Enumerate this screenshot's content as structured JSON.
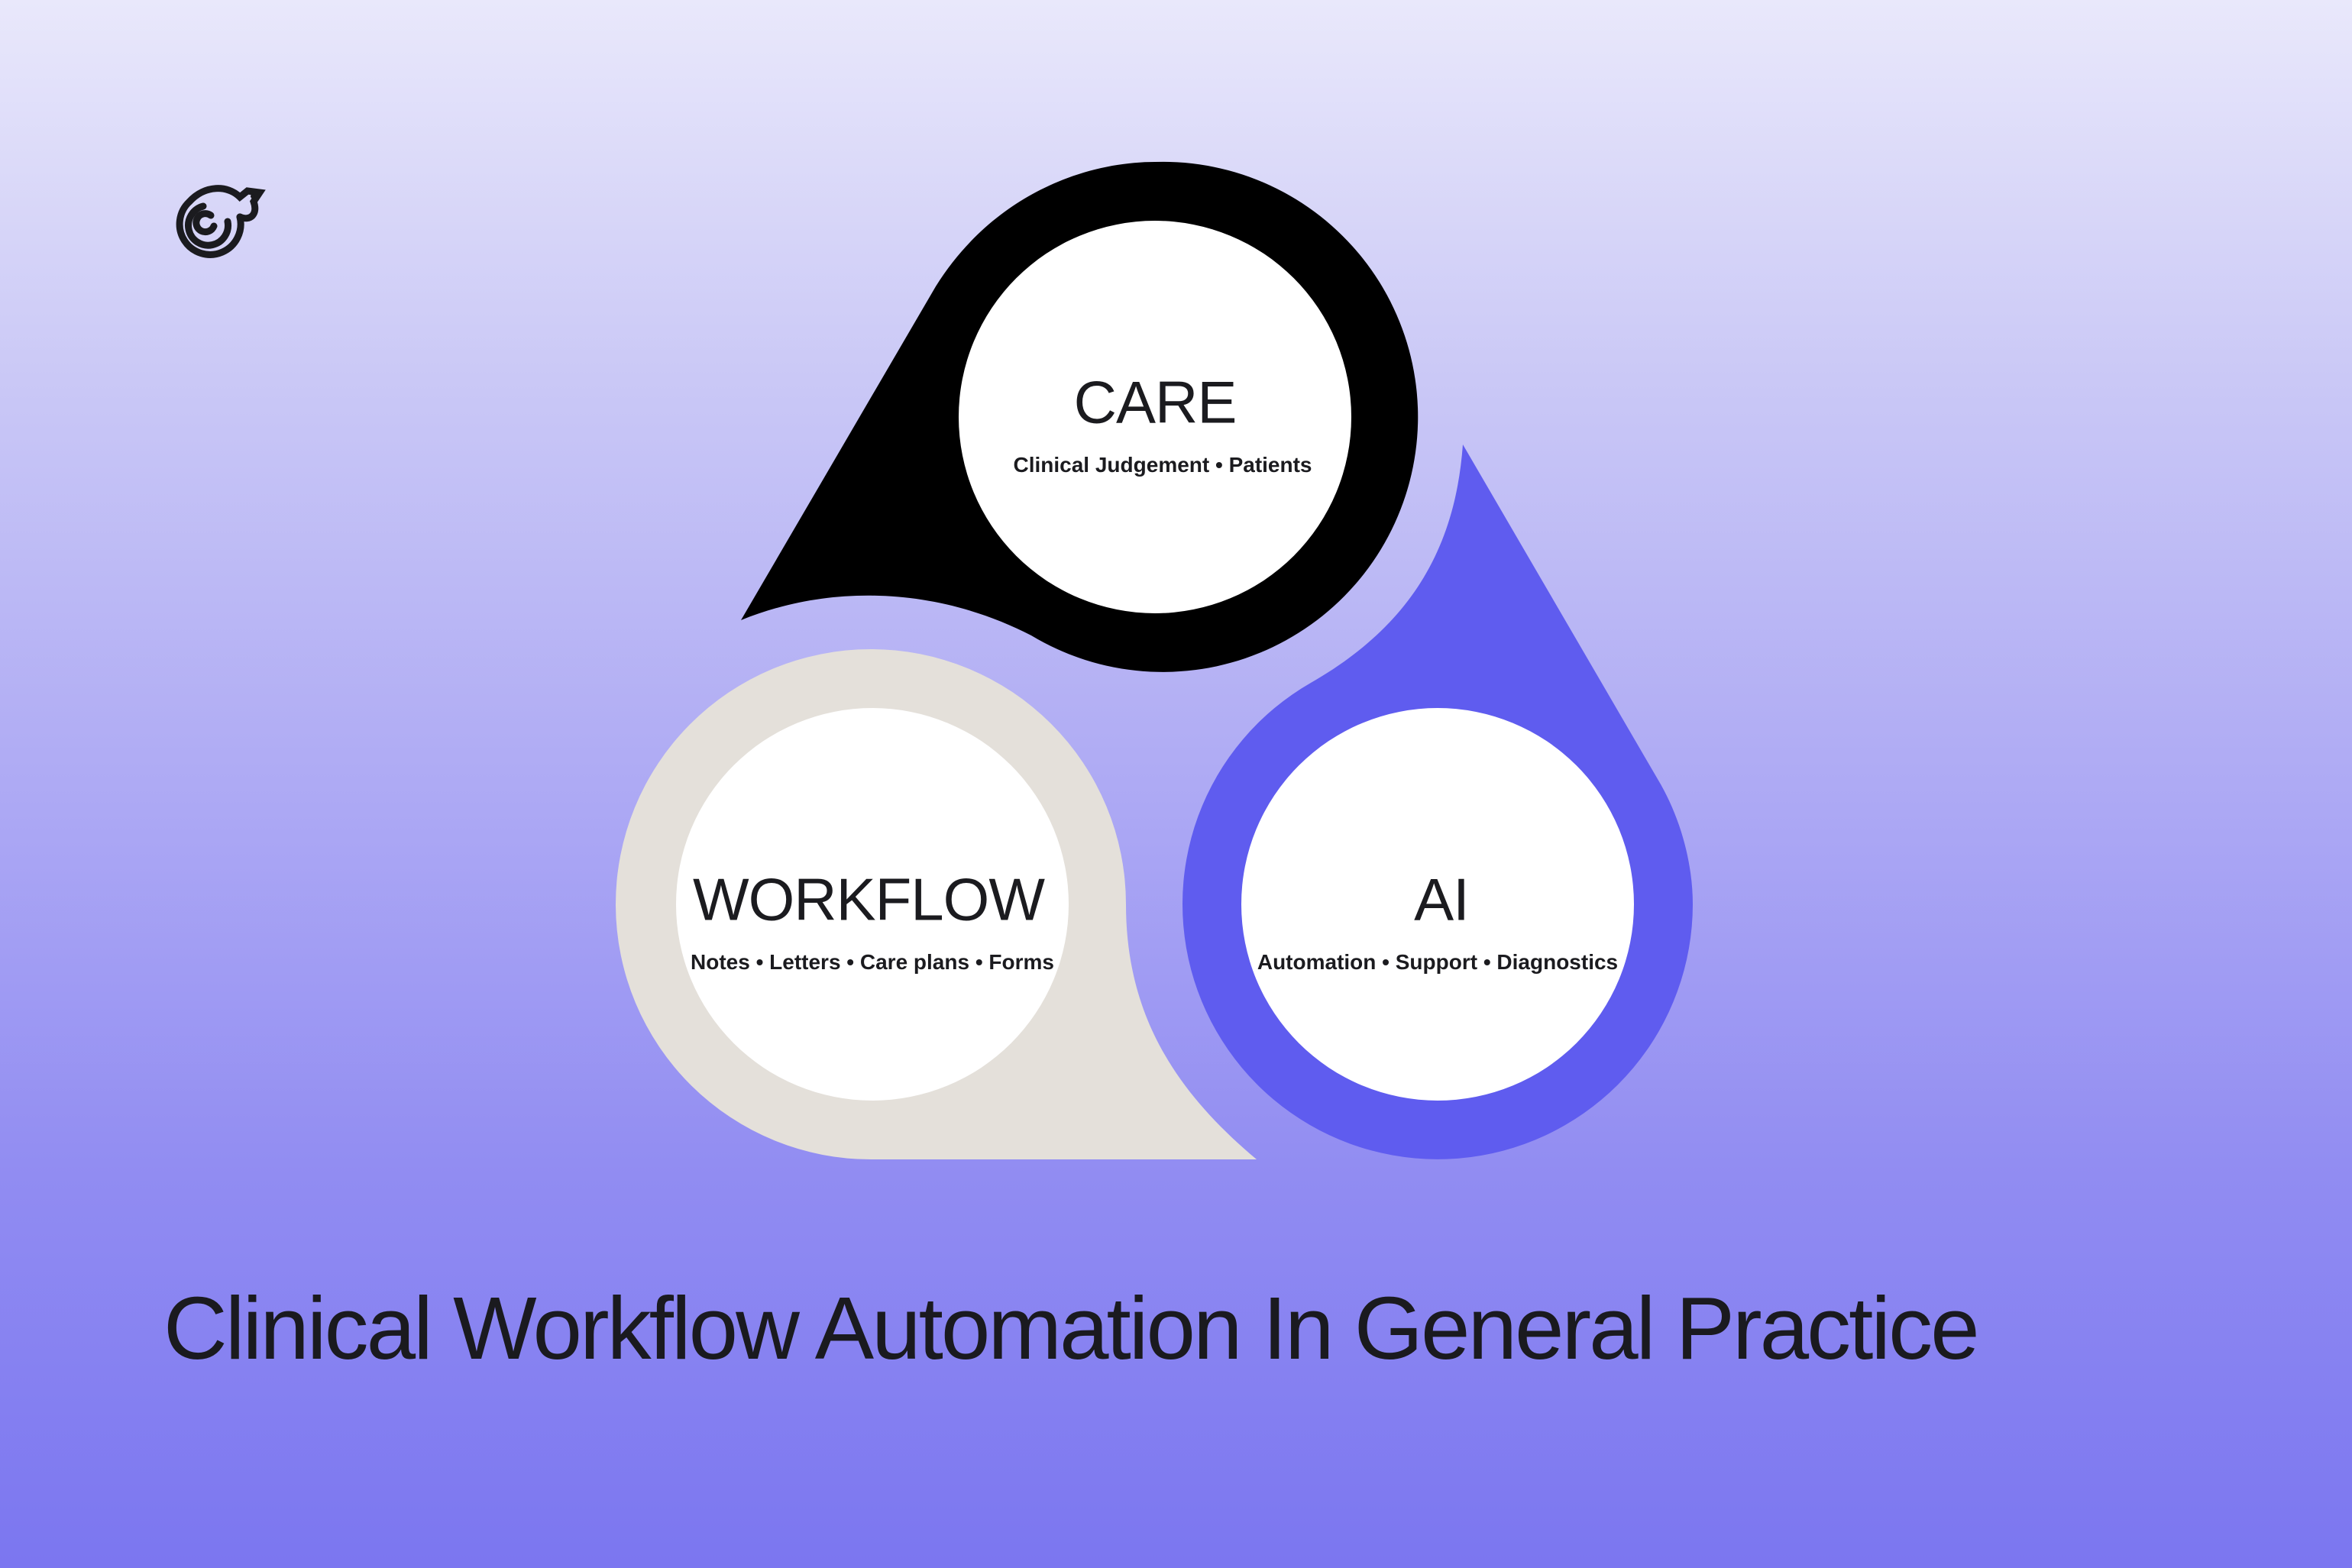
{
  "brand": {
    "logo_icon": "bird-swirl-logo-icon"
  },
  "colors": {
    "care": "#000000",
    "workflow": "#e4e0da",
    "ai": "#5f5cef",
    "inner": "#ffffff",
    "text": "#1b1b1f"
  },
  "nodes": {
    "care": {
      "title": "CARE",
      "subtitle": "Clinical Judgement • Patients"
    },
    "workflow": {
      "title": "WORKFLOW",
      "subtitle": "Notes • Letters • Care plans • Forms"
    },
    "ai": {
      "title": "AI",
      "subtitle": "Automation • Support • Diagnostics"
    }
  },
  "headline": "Clinical Workflow Automation In General Practice"
}
